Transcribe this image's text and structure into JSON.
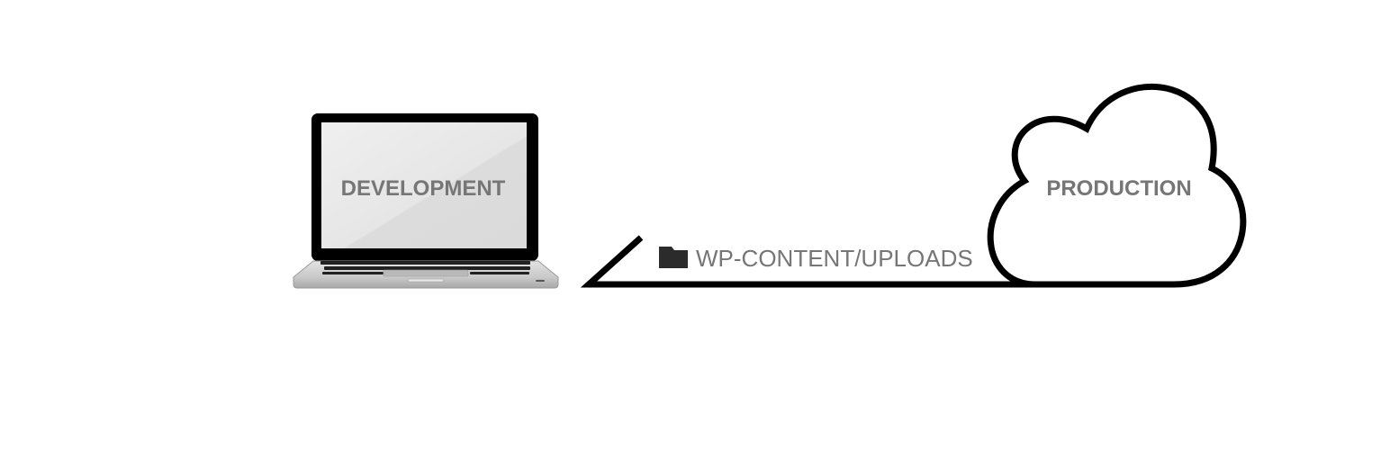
{
  "nodes": {
    "development": {
      "label": "DEVELOPMENT"
    },
    "production": {
      "label": "PRODUCTION"
    }
  },
  "connector": {
    "label": "WP-CONTENT/UPLOADS",
    "icon": "folder-icon"
  },
  "colors": {
    "background": "#ffffff",
    "stroke": "#000000",
    "label_text": "#767676",
    "screen": "#e3e3e3",
    "laptop_body": "#cfcfcf"
  }
}
